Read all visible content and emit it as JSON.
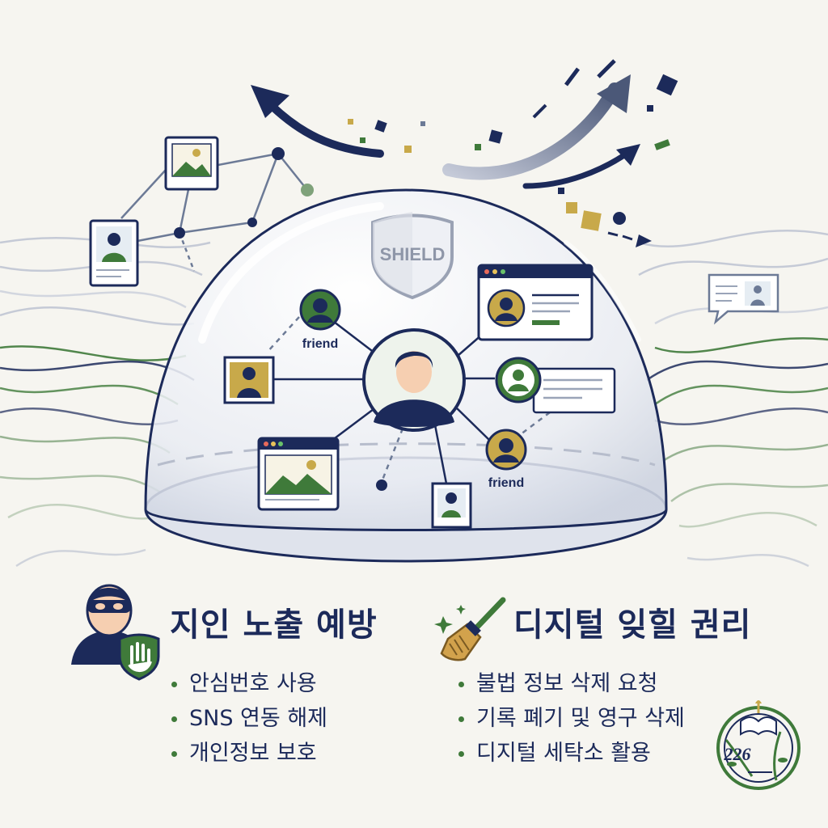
{
  "shield_label": "SHIELD",
  "friend_labels": [
    "friend",
    "friend"
  ],
  "logo_number": "226",
  "left_panel": {
    "title": "지인 노출 예방",
    "items": [
      "안심번호 사용",
      "SNS 연동 해제",
      "개인정보 보호"
    ]
  },
  "right_panel": {
    "title": "디지털 잊힐 권리",
    "items": [
      "불법 정보 삭제 요청",
      "기록 폐기 및 영구 삭제",
      "디지털 세탁소 활용"
    ]
  },
  "colors": {
    "navy": "#1c2a5a",
    "green": "#3f7a3a",
    "gold": "#c8a94a",
    "slate": "#6c7a96",
    "background": "#f6f5f0"
  }
}
